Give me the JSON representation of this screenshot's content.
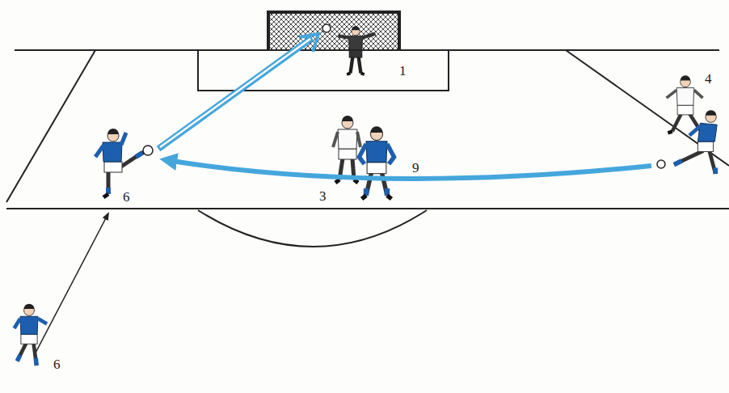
{
  "diagram": {
    "labels": [
      "1",
      "4",
      "9",
      "6",
      "3",
      "6"
    ]
  }
}
